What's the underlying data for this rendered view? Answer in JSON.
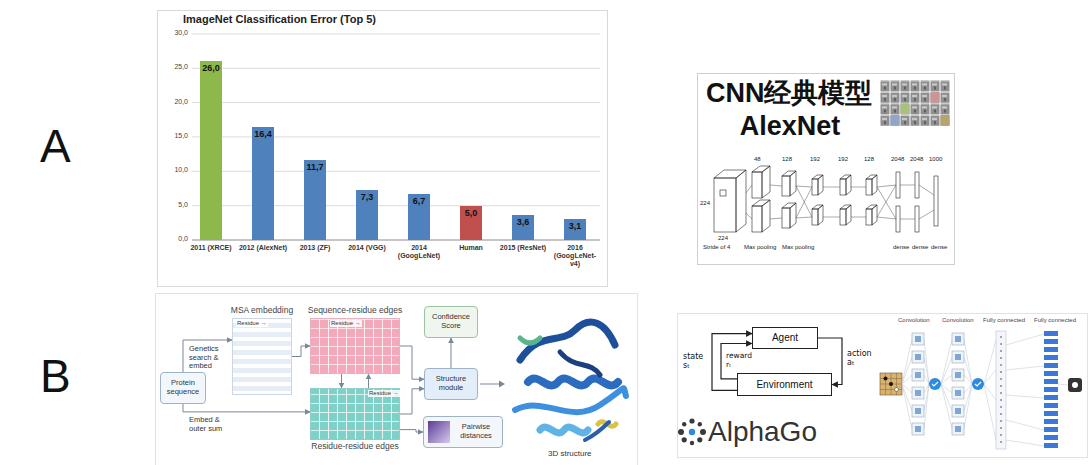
{
  "diagram": {
    "nodes": [
      {
        "text": [
          "26,0"
        ]
      },
      {
        "text": [
          "16,4"
        ]
      },
      {
        "text": [
          "11,7"
        ]
      },
      {
        "text": [
          "7,3"
        ]
      },
      {
        "text": [
          "6,7"
        ]
      },
      {
        "text": [
          "5,0"
        ]
      },
      {
        "text": [
          "3,6"
        ]
      },
      {
        "text": [
          "3,1"
        ]
      },
      {
        "text": [
          "Protein sequence"
        ]
      },
      {
        "text": [
          "MSA embedding"
        ]
      },
      {
        "text": [
          "Sequence-residue edges"
        ]
      },
      {
        "text": [
          "Residue-residue edges"
        ]
      },
      {
        "text": [
          "Confidence Score"
        ]
      },
      {
        "text": [
          "Structure module"
        ]
      },
      {
        "text": [
          "Pairwise distances"
        ]
      },
      {
        "text": [
          "Agent"
        ]
      },
      {
        "text": [
          "Environment"
        ]
      }
    ],
    "edges": [
      {
        "from": 8,
        "to": 9,
        "arrow": "to",
        "label": "Genetics search & embed"
      },
      {
        "from": 8,
        "to": 11,
        "arrow": "to",
        "label": "Embed & outer sum"
      },
      {
        "from": 9,
        "to": 10,
        "arrow": "to"
      },
      {
        "from": 10,
        "to": 11,
        "arrow": "to"
      },
      {
        "from": 11,
        "to": 10,
        "arrow": "to"
      },
      {
        "from": 10,
        "to": 13,
        "arrow": "to"
      },
      {
        "from": 11,
        "to": 13,
        "arrow": "to"
      },
      {
        "from": 13,
        "to": 12,
        "arrow": "to"
      },
      {
        "from": 11,
        "to": 14,
        "arrow": "to"
      },
      {
        "from": 15,
        "to": 16,
        "arrow": "to",
        "label": "action aₜ"
      },
      {
        "from": 16,
        "to": 15,
        "arrow": "to",
        "label": "state sₜ"
      },
      {
        "from": 16,
        "to": 15,
        "arrow": "to",
        "label": "reward rₜ"
      }
    ],
    "labels": [
      "A",
      "B",
      "ImageNet Classification Error (Top 5)",
      "30,0",
      "25,0",
      "20,0",
      "15,0",
      "10,0",
      "5,0",
      "0,0",
      "2011 (XRCE)",
      "2012 (AlexNet)",
      "2013 (ZF)",
      "2014 (VGG)",
      "2014 (GoogLeNet)",
      "Human",
      "2015 (ResNet)",
      "2016 (GoogLeNet-v4)",
      "CNN经典模型",
      "AlexNet",
      "Stride of 4",
      "Max pooling",
      "Max pooling",
      "dense",
      "dense",
      "dense",
      "224",
      "224",
      "48",
      "128",
      "192",
      "192",
      "128",
      "2048",
      "2048",
      "1000",
      "Residue →",
      "Residue →",
      "Residue →",
      "3D structure",
      "AlphaGo",
      "Convolution",
      "Convolution",
      "Fully connected",
      "Fully connected"
    ]
  }
}
